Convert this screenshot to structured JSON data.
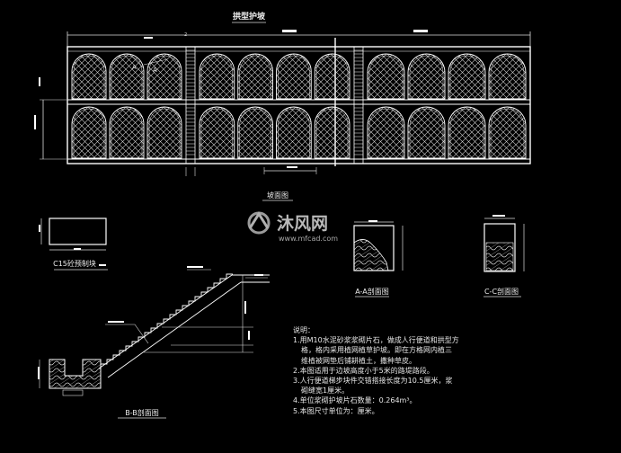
{
  "drawing": {
    "title": "拱型护坡",
    "views": {
      "elevation": "坡面图",
      "precast_block": "C15砼预制块",
      "section_aa": "A-A剖面图",
      "section_cc": "C-C剖面图",
      "section_bb": "B-B剖面图"
    },
    "markers": {
      "a_left": "A",
      "a_right": "A"
    },
    "notes": {
      "heading": "说明：",
      "items": [
        "1.用M10水泥砂浆浆砌片石，做成人行便道和拱型方",
        "格，格内采用植网植草护坡。即在方格网内植三",
        "维植被网垫后铺耕植土，撒种草皮。",
        "2.本图适用于边坡高度小于5米的路堤路段。",
        "3.人行便道梯步块件交错搭接长度为10.5厘米，浆",
        "砌缝宽1厘米。",
        "4.单位浆砌护坡片石数量：0.264m³。",
        "5.本图尺寸单位为：厘米。"
      ]
    },
    "watermark": {
      "brand": "沐风网",
      "url": "www.mfcad.com"
    },
    "colors": {
      "background": "#000000",
      "lines": "#ffffff",
      "watermark": "#b9b9b9"
    }
  }
}
